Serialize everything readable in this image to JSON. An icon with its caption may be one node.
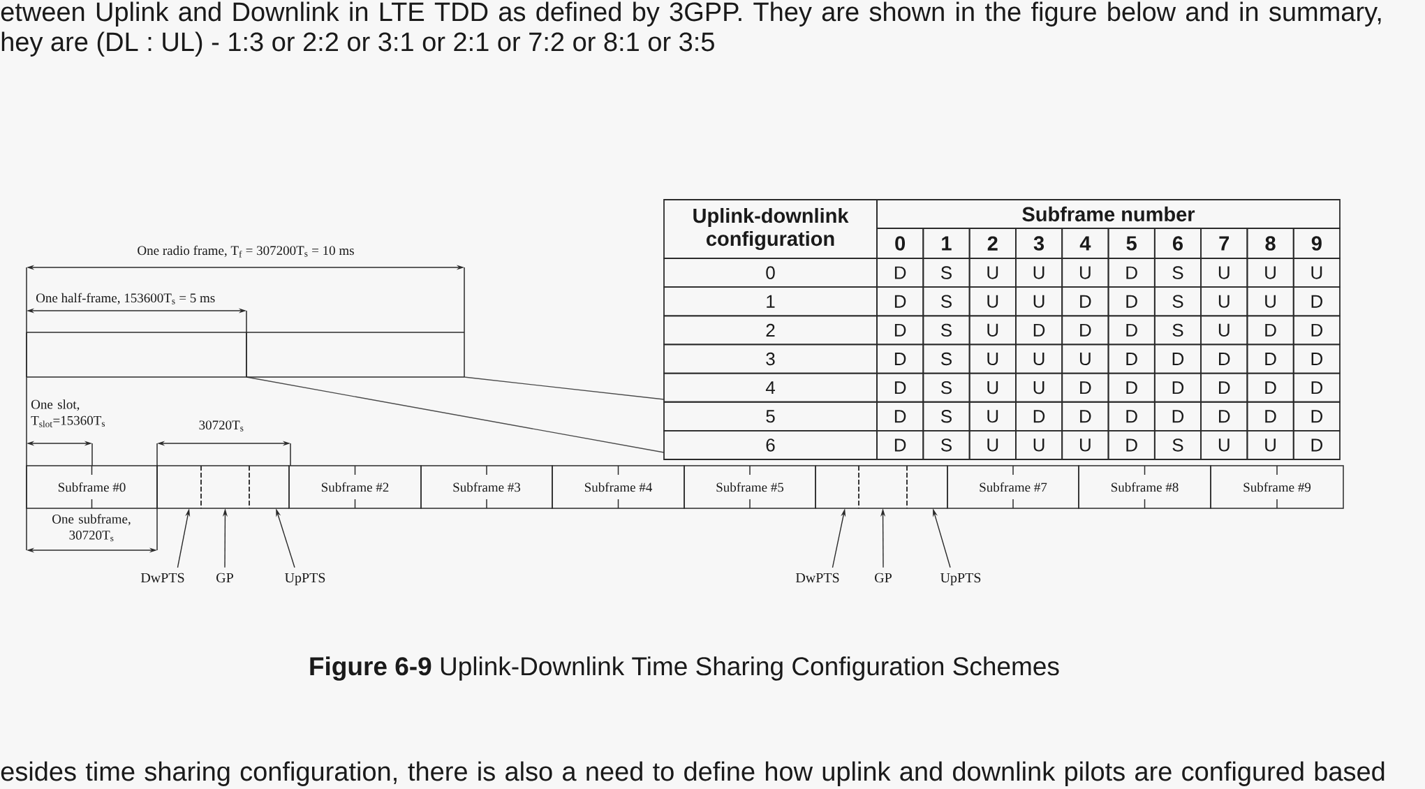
{
  "diagram": {
    "caption": "**Figure 6-9** Uplink-Downlink Time Sharing Configuration Schemes",
    "nodes": [
      {
        "text": [],
        "shape": "box"
      },
      {
        "text": [],
        "shape": "box"
      },
      {
        "text": [
          "Subframe #0"
        ]
      },
      {
        "text": [],
        "shape": "box"
      },
      {
        "text": [],
        "shape": "box"
      },
      {
        "text": [],
        "shape": "box"
      },
      {
        "text": [
          "Subframe #2"
        ]
      },
      {
        "text": [
          "Subframe #3"
        ]
      },
      {
        "text": [
          "Subframe #4"
        ]
      },
      {
        "text": [
          "Subframe #5"
        ]
      },
      {
        "text": [],
        "shape": "box"
      },
      {
        "text": [],
        "shape": "box"
      },
      {
        "text": [],
        "shape": "box"
      },
      {
        "text": [
          "Subframe #7"
        ]
      },
      {
        "text": [
          "Subframe #8"
        ]
      },
      {
        "text": [
          "Subframe #9"
        ]
      },
      {
        "text": [
          "DwPTS"
        ]
      },
      {
        "text": [
          "GP"
        ]
      },
      {
        "text": [
          "UpPTS"
        ]
      },
      {
        "text": [
          "DwPTS"
        ]
      },
      {
        "text": [
          "GP"
        ]
      },
      {
        "text": [
          "UpPTS"
        ]
      }
    ],
    "edges": [
      {
        "from": 16,
        "to": 3,
        "arrow": "to"
      },
      {
        "from": 17,
        "to": 4,
        "arrow": "to"
      },
      {
        "from": 18,
        "to": 5,
        "arrow": "to"
      },
      {
        "from": 19,
        "to": 10,
        "arrow": "to"
      },
      {
        "from": 20,
        "to": 11,
        "arrow": "to"
      },
      {
        "from": 21,
        "to": 12,
        "arrow": "to"
      }
    ],
    "labels": [
      "etween Uplink and Downlink in LTE TDD as defined by 3GPP. They are shown in the figure below and in summary,",
      "hey are (DL : UL) - 1:3 or 2:2 or 3:1 or 2:1 or 7:2 or 8:1 or 3:5",
      "One radio frame, T$_{f}$ = 307200T$_{s}$ = 10 ms",
      "One half-frame, 153600T$_{s}$ = 5 ms",
      "One slot, T$_{slot}$=15360T$_{s}$",
      "30720T$_{s}$",
      "One subframe, 30720T$_{s}$",
      "Uplink-downlink configuration",
      "Subframe number",
      "0",
      "1",
      "2",
      "3",
      "4",
      "5",
      "6",
      "7",
      "8",
      "9",
      "0",
      "D",
      "S",
      "U",
      "U",
      "U",
      "D",
      "S",
      "U",
      "U",
      "U",
      "1",
      "D",
      "S",
      "U",
      "U",
      "D",
      "D",
      "S",
      "U",
      "U",
      "D",
      "2",
      "D",
      "S",
      "U",
      "D",
      "D",
      "D",
      "S",
      "U",
      "D",
      "D",
      "3",
      "D",
      "S",
      "U",
      "U",
      "U",
      "D",
      "D",
      "D",
      "D",
      "D",
      "4",
      "D",
      "S",
      "U",
      "U",
      "D",
      "D",
      "D",
      "D",
      "D",
      "D",
      "5",
      "D",
      "S",
      "U",
      "D",
      "D",
      "D",
      "D",
      "D",
      "D",
      "D",
      "6",
      "D",
      "S",
      "U",
      "U",
      "U",
      "D",
      "S",
      "U",
      "U",
      "D",
      "esides time sharing configuration, there is also a need to define how uplink and downlink pilots are configured based"
    ]
  }
}
